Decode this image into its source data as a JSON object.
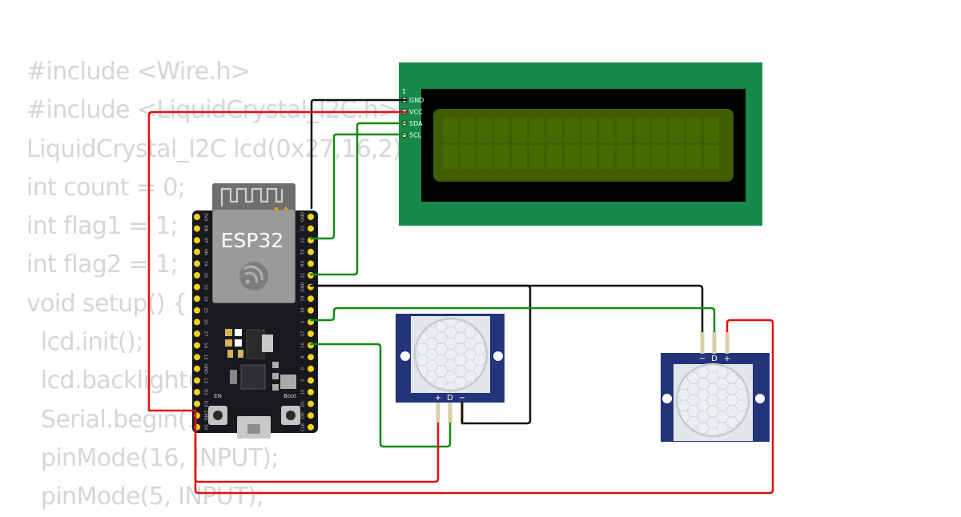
{
  "code_lines": [
    "#include <Wire.h>",
    "#include <LiquidCrystal_I2C.h>",
    "LiquidCrystal_I2C lcd(0x27,16,2);",
    "int count = 0;",
    "int flag1 = 1;",
    "int flag2 = 1;",
    "void setup() {",
    "  lcd.init();",
    "  lcd.backlight();",
    "  Serial.begin(115200);",
    "  pinMode(16, INPUT);",
    "  pinMode(5, INPUT);"
  ],
  "esp32": {
    "label": "ESP32",
    "left_pins": [
      "3V3",
      "EN",
      "VP",
      "VN",
      "34",
      "35",
      "32",
      "33",
      "25",
      "26",
      "27",
      "14",
      "12",
      "GND",
      "13",
      "D2",
      "D3",
      "CMD",
      "5V"
    ],
    "right_pins": [
      "GND",
      "23",
      "22",
      "TX",
      "RX",
      "21",
      "GND",
      "19",
      "18",
      "5",
      "17",
      "16",
      "4",
      "0",
      "2",
      "15",
      "D1",
      "D0",
      "CLK"
    ],
    "en_label": "EN",
    "boot_label": "Boot"
  },
  "lcd": {
    "pin1_marker": "1",
    "pins": [
      "GND",
      "VCC",
      "SDA",
      "SCL"
    ]
  },
  "pir1": {
    "pins": [
      "+",
      "D",
      "−"
    ]
  },
  "pir2": {
    "pins": [
      "−",
      "D",
      "+"
    ]
  },
  "colors": {
    "wire_red": "#dd1111",
    "wire_green": "#148a14",
    "wire_black": "#111111",
    "lcd_pcb": "#178a4a",
    "lcd_screen": "#3e5e00",
    "pir_board": "#24347a",
    "esp32_board": "#17191c"
  }
}
